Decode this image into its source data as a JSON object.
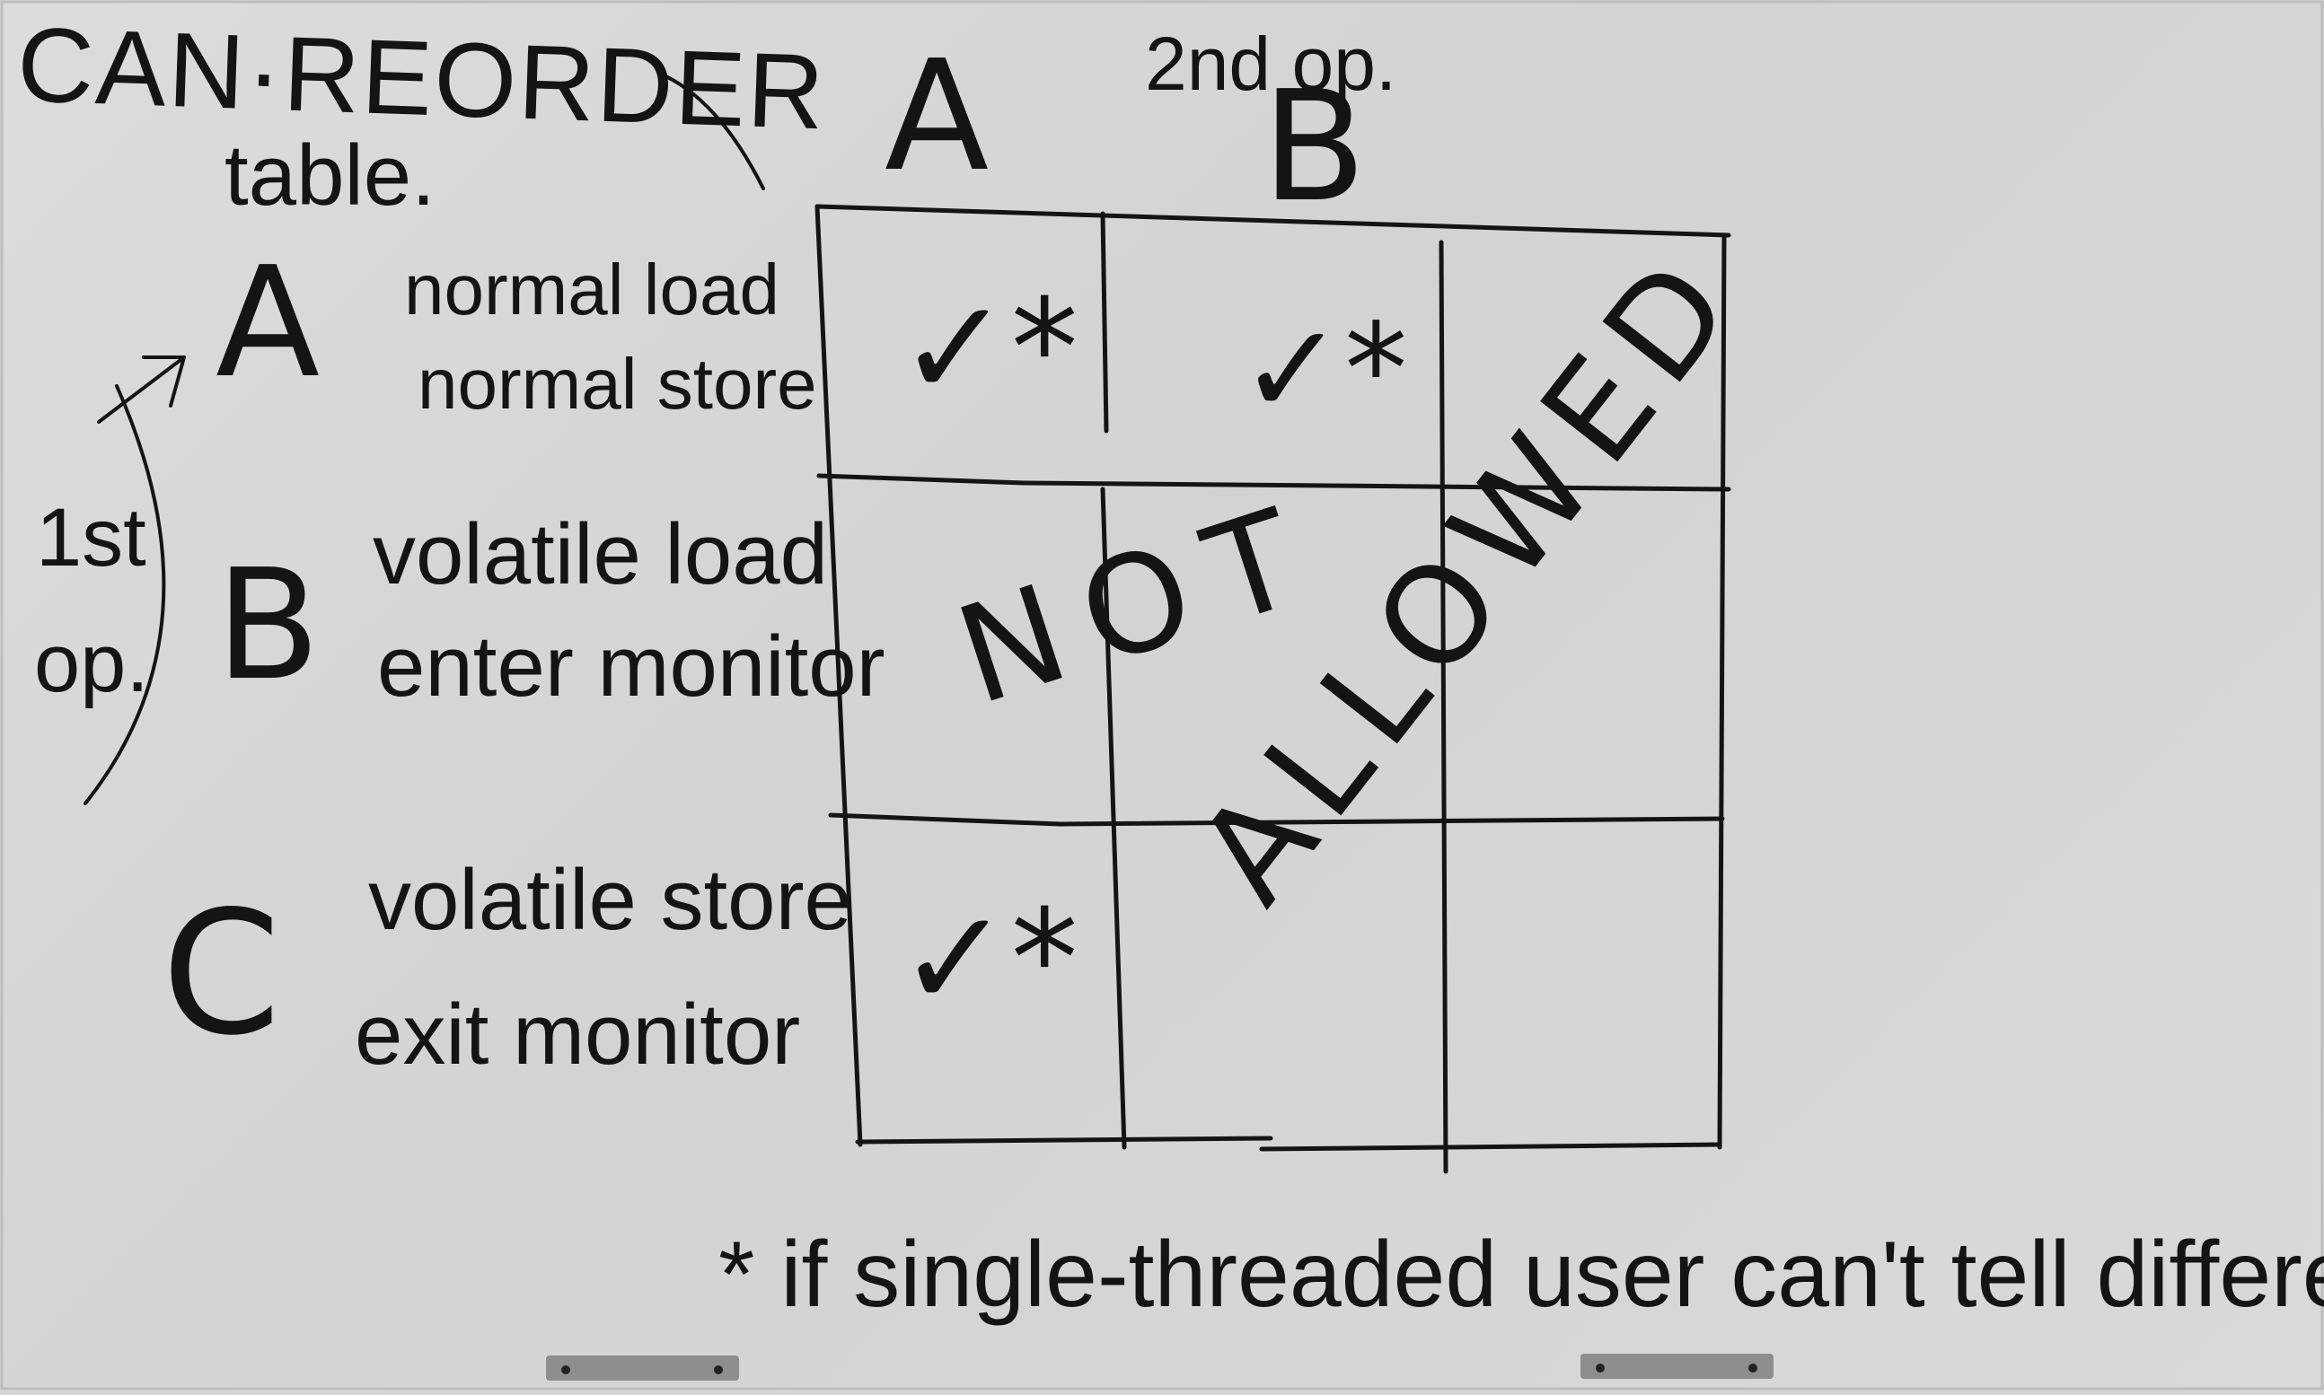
{
  "title": "CAN·REORDER",
  "subtitle": "table.",
  "second_op_label": "2nd op.",
  "first_op_label": [
    "1st",
    "op."
  ],
  "columns": [
    "A",
    "B"
  ],
  "rows": [
    {
      "letter": "A",
      "line1": "normal load",
      "line2": "normal store"
    },
    {
      "letter": "B",
      "line1": "volatile load",
      "line2": "enter monitor"
    },
    {
      "letter": "C",
      "line1": "volatile store",
      "line2": "exit monitor"
    }
  ],
  "grid_marks": {
    "r1c1": "✓*",
    "r1c2": "✓*",
    "r3c1": "✓*"
  },
  "not_allowed": {
    "word1": "NOT",
    "word2": "ALLOWED"
  },
  "footnote": "* if single-threaded user can't tell difference"
}
